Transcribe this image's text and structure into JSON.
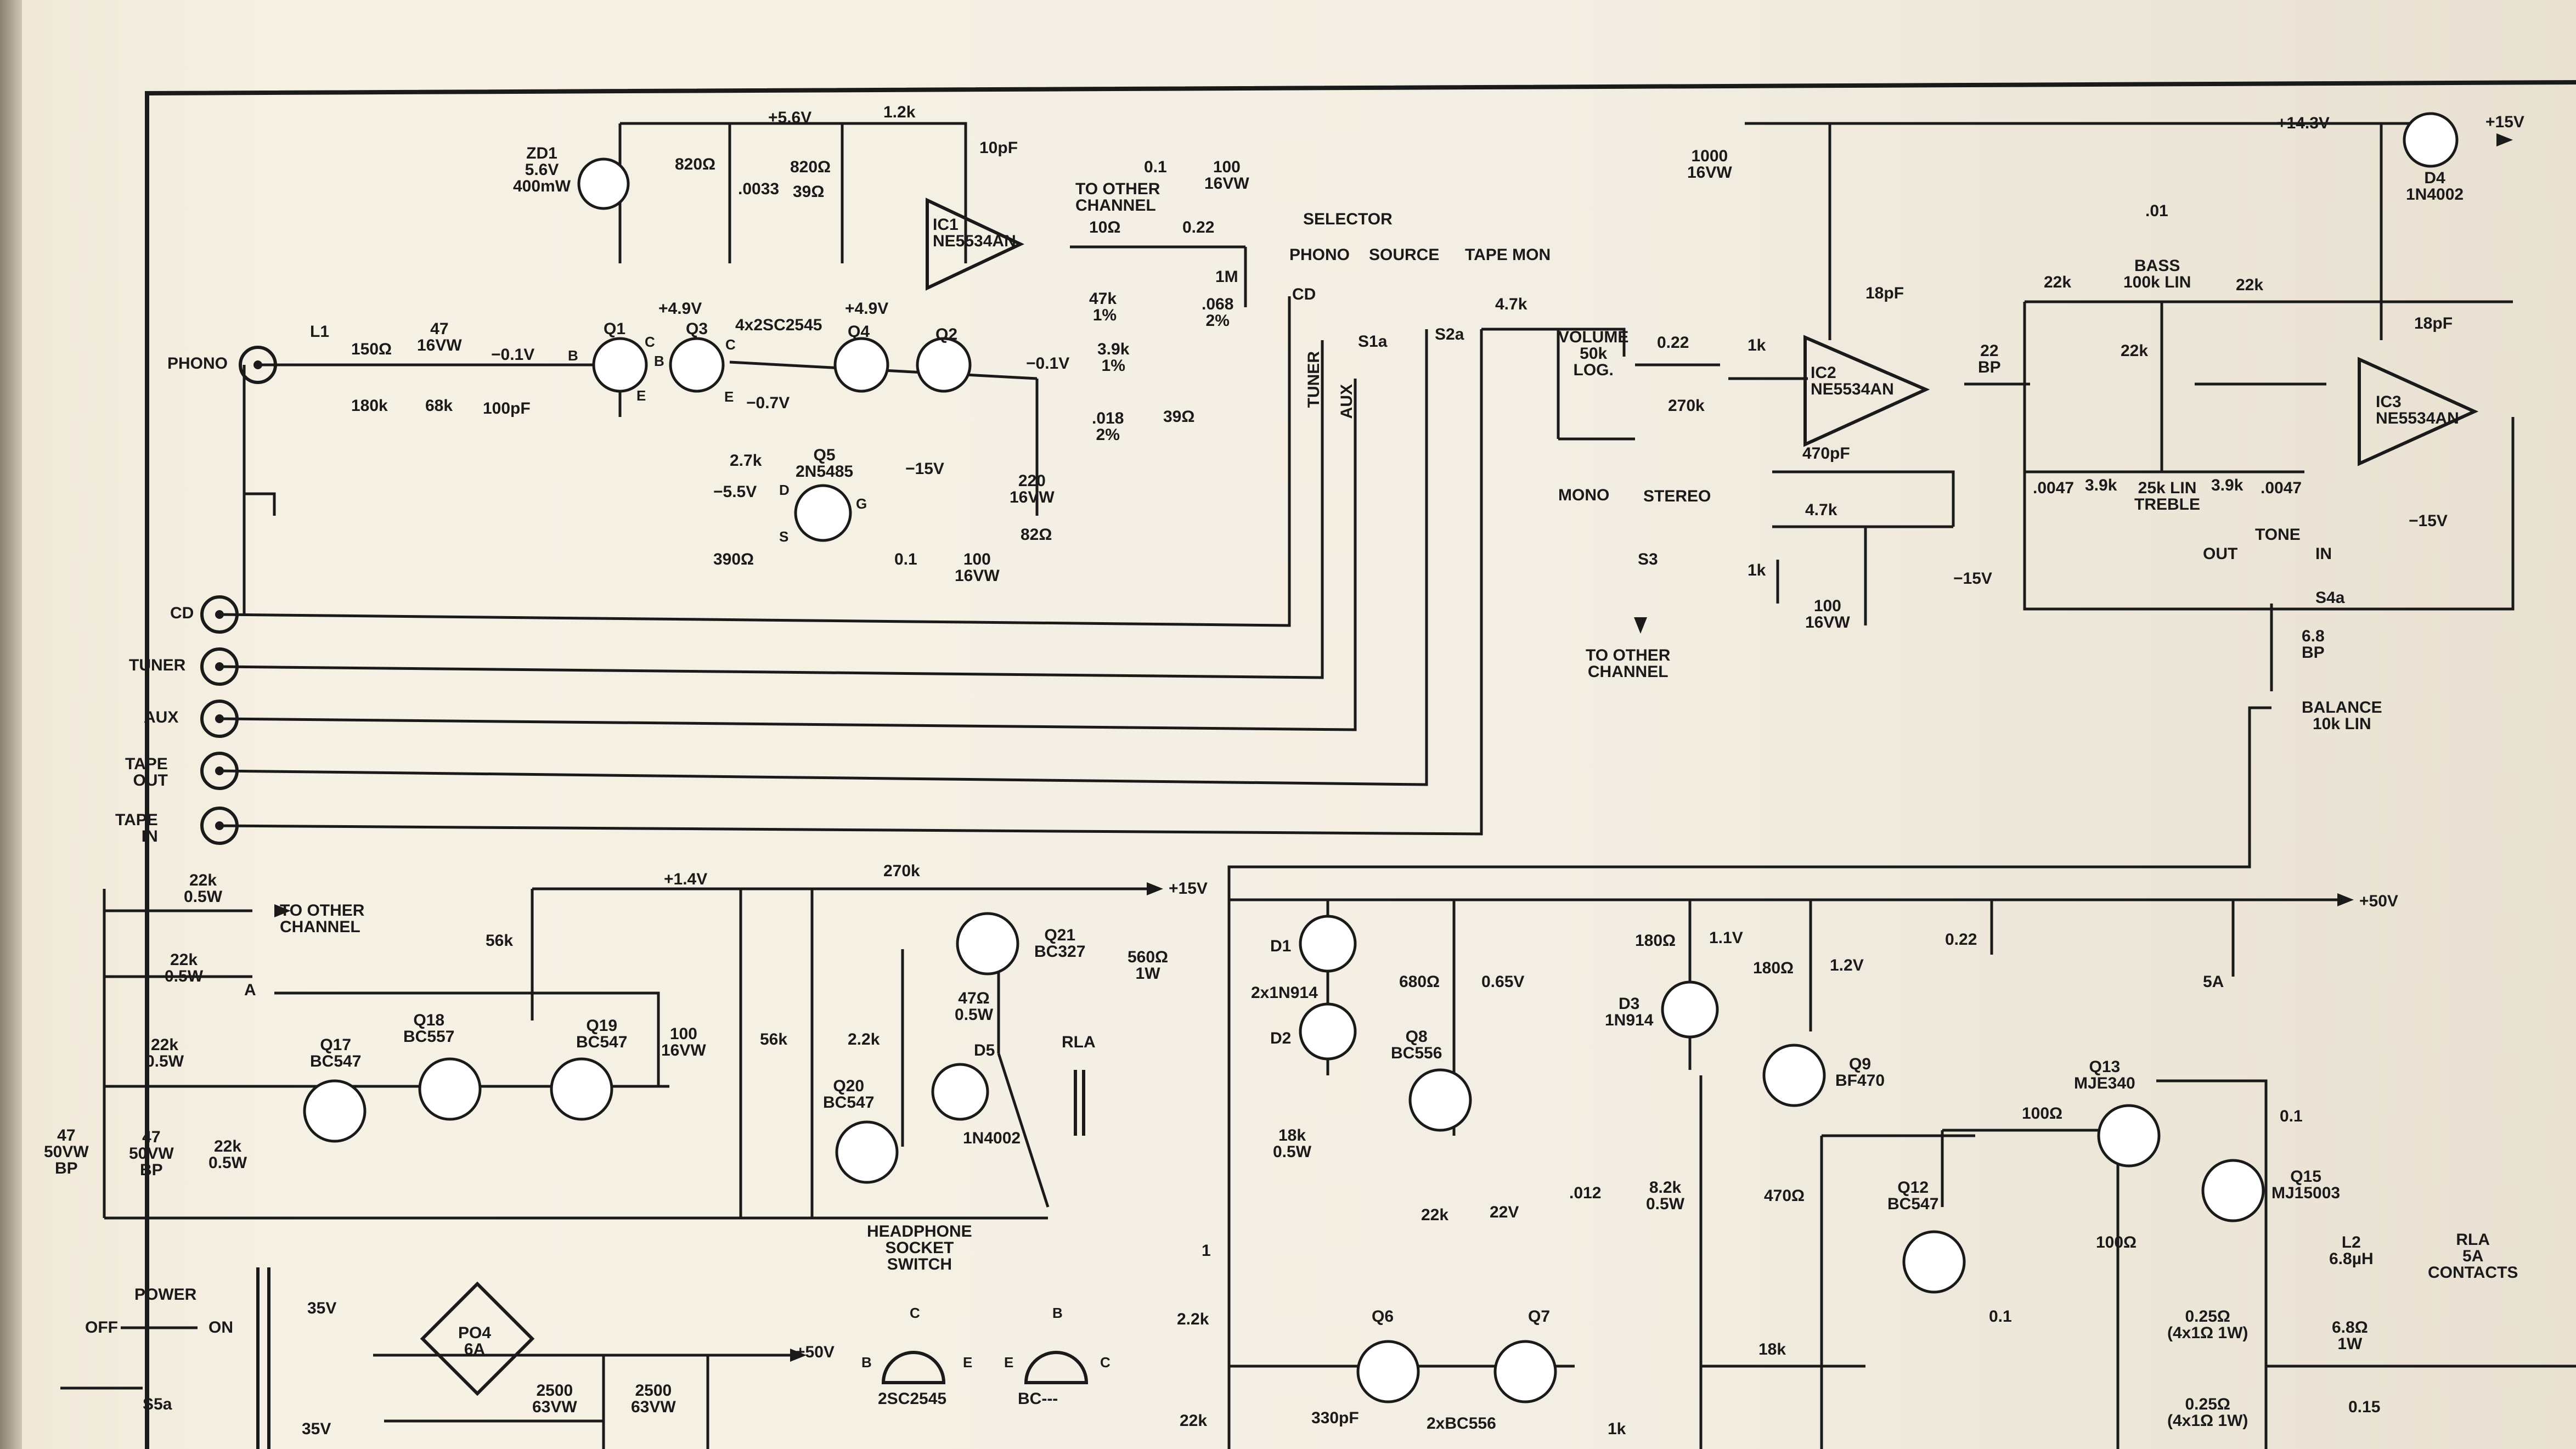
{
  "rails": {
    "v56": "+5.6V",
    "v143": "+14.3V",
    "p15_top": "+15V",
    "v14": "+1.4V",
    "p15_mid": "+15V",
    "p50": "+50V",
    "p50b": "+50V",
    "v49a": "+4.9V",
    "v49b": "+4.9V",
    "m01a": "−0.1V",
    "m01b": "−0.1V",
    "m07": "−0.7V",
    "m55": "−5.5V",
    "m15a": "−15V",
    "m15b": "−15V",
    "m15c": "−15V"
  },
  "inputs": {
    "phono": "PHONO",
    "cd": "CD",
    "tuner": "TUNER",
    "aux": "AUX",
    "tape_out": "TAPE\nOUT",
    "tape_in": "TAPE\nIN"
  },
  "components": {
    "zd1": "ZD1\n5.6V\n400mW",
    "r820a": "820Ω",
    "c0033": ".0033",
    "r820b": "820Ω",
    "r39a": "39Ω",
    "r12k": "1.2k",
    "c10pf_a": "10pF",
    "ic1": "IC1\nNE5534AN",
    "to_other_a": "TO OTHER\nCHANNEL",
    "c01a": "0.1",
    "c100a": "100\n16VW",
    "r10": "10Ω",
    "c022a": "0.22",
    "r1m": "1M",
    "r47k": "47k\n1%",
    "c068": ".068\n2%",
    "r39k": "3.9k\n1%",
    "c018": ".018\n2%",
    "r39b": "39Ω",
    "c220": "220\n16VW",
    "r82": "82Ω",
    "l1": "L1",
    "r150": "150Ω",
    "c47a": "47\n16VW",
    "r180k": "180k",
    "r68k": "68k",
    "c100pf": "100pF",
    "q1": "Q1",
    "q3": "Q3",
    "q4": "Q4",
    "q2": "Q2",
    "q_type": "4x2SC2545",
    "r27k": "2.7k",
    "q5": "Q5\n2N5485",
    "r390": "390Ω",
    "c01b": "0.1",
    "c100b": "100\n16VW",
    "selector": "SELECTOR",
    "sel_phono": "PHONO",
    "sel_source": "SOURCE",
    "sel_tapemon": "TAPE MON",
    "sel_cd": "CD",
    "sel_tuner": "TUNER",
    "sel_aux": "AUX",
    "s1a": "S1a",
    "s2a": "S2a",
    "r47k_b": "4.7k",
    "volume": "VOLUME\n50k\nLOG.",
    "c022b": "0.22",
    "r270k": "270k",
    "r1k_a": "1k",
    "c1000": "1000\n16VW",
    "ic2": "IC2\nNE5534AN",
    "c18pf_a": "18pF",
    "c470pf": "470pF",
    "r47k_c": "4.7k",
    "r1k_b": "1k",
    "c100c": "100\n16VW",
    "c22bp": "22\nBP",
    "mono": "MONO",
    "stereo": "STEREO",
    "s3": "S3",
    "to_other_b": "TO OTHER\nCHANNEL",
    "d4": "D4\n1N4002",
    "c01c": ".01",
    "bass": "BASS\n100k LIN",
    "r22k_a": "22k",
    "r22k_b": "22k",
    "r22k_c": "22k",
    "c18pf_b": "18pF",
    "ic3": "IC3\nNE5534AN",
    "c0047a": ".0047",
    "r39k_a": "3.9k",
    "treble": "25k LIN\nTREBLE",
    "r39k_b": "3.9k",
    "c0047b": ".0047",
    "tone": "TONE",
    "tone_out": "OUT",
    "tone_in": "IN",
    "s4a": "S4a",
    "c68bp": "6.8\nBP",
    "balance": "BALANCE\n10k LIN",
    "r22k_hp1": "22k\n0.5W",
    "to_other_c": "TO OTHER\nCHANNEL",
    "r22k_hp2": "22k\n0.5W",
    "node_a": "A",
    "r22k_hp3": "22k\n0.5W",
    "c47bp_a": "47\n50VW\nBP",
    "c47bp_b": "47\n50VW\nBP",
    "r22k_hp4": "22k\n0.5W",
    "q17": "Q17\nBC547",
    "q18": "Q18\nBC557",
    "q19": "Q19\nBC547",
    "r56k_a": "56k",
    "r56k_b": "56k",
    "c100d": "100\n16VW",
    "r270k_b": "270k",
    "q21": "Q21\nBC327",
    "r560": "560Ω\n1W",
    "r47_05": "47Ω\n0.5W",
    "r22k_d": "2.2k",
    "d5": "D5",
    "rla": "RLA",
    "d5_type": "1N4002",
    "q20": "Q20\nBC547",
    "hp_switch": "HEADPHONE\nSOCKET\nSWITCH",
    "power": "POWER",
    "off": "OFF",
    "on": "ON",
    "s5a": "S5a",
    "v35a": "35V",
    "v35b": "35V",
    "po4": "PO4\n6A",
    "c2500a": "2500\n63VW",
    "c2500b": "2500\n63VW",
    "pin_2sc": "2SC2545",
    "pin_bc": "BC---",
    "d1": "D1",
    "d1_type": "2x1N914",
    "d2": "D2",
    "r680": "680Ω",
    "v065": "0.65V",
    "q8": "Q8\nBC556",
    "r18k": "18k\n0.5W",
    "r22k_e": "22k",
    "v22": "22V",
    "c1": "1",
    "r22k_f": "2.2k",
    "r22k_g": "22k",
    "q6": "Q6",
    "q7": "Q7",
    "c330pf": "330pF",
    "q67": "2xBC556",
    "r1k_c": "1k",
    "r180a": "180Ω",
    "v11": "1.1V",
    "d3": "D3\n1N914",
    "r180b": "180Ω",
    "v12": "1.2V",
    "q9": "Q9\nBF470",
    "c012": ".012",
    "r82k": "8.2k\n0.5W",
    "r470": "470Ω",
    "q12": "Q12\nBC547",
    "r18k_b": "18k",
    "c01d": "0.1",
    "c022c": "0.22",
    "fuse": "5A",
    "r100a": "100Ω",
    "q13": "Q13\nMJE340",
    "r100b": "100Ω",
    "q15": "Q15\nMJ15003",
    "c01e": "0.1",
    "l2": "L2\n6.8µH",
    "r68": "6.8Ω\n1W",
    "re1": "0.25Ω\n(4x1Ω 1W)",
    "re2": "0.25Ω\n(4x1Ω 1W)",
    "c015": "0.15",
    "rla_contacts": "RLA\n5A\nCONTACTS"
  },
  "pin_letters": {
    "b": "B",
    "c": "C",
    "e": "E",
    "d": "D",
    "s": "S",
    "g": "G"
  }
}
